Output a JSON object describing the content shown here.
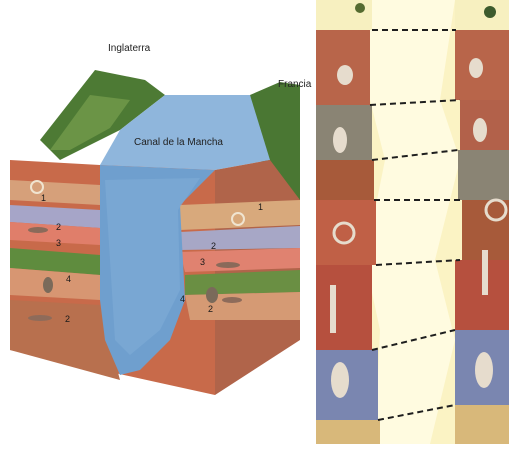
{
  "labels": {
    "england": "Inglaterra",
    "france": "Francia",
    "channel": "Canal de la Mancha"
  },
  "left_numbers": [
    "1",
    "2",
    "3",
    "4",
    "2"
  ],
  "right_numbers": [
    "1",
    "2",
    "3",
    "4",
    "2"
  ],
  "colors": {
    "water": "#6f9fce",
    "land_green": "#3f6d2f",
    "sand": "#f3e8b0",
    "rock_brown": "#a75a3a",
    "rock_blue": "#7a86b0"
  },
  "fossil_icons": [
    "ammonite-icon",
    "trilobite-icon",
    "belemnite-icon"
  ]
}
